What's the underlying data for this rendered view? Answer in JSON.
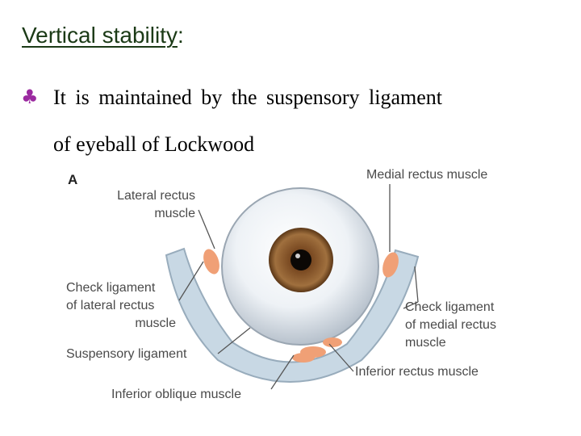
{
  "heading": {
    "title": "Vertical stability",
    "colon": ":"
  },
  "bullet": {
    "symbol": "♣",
    "line1": "It is maintained by the suspensory ligament",
    "line2": "of eyeball of Lockwood"
  },
  "figure": {
    "panel_letter": "A",
    "labels": {
      "medial_rectus": "Medial rectus muscle",
      "lateral_rectus_1": "Lateral rectus",
      "lateral_rectus_2": "muscle",
      "check_lateral_1": "Check ligament",
      "check_lateral_2": "of lateral rectus",
      "check_lateral_3": "muscle",
      "suspensory": "Suspensory ligament",
      "inferior_oblique": "Inferior oblique muscle",
      "check_medial_1": "Check ligament",
      "check_medial_2": "of medial rectus",
      "check_medial_3": "muscle",
      "inferior_rectus": "Inferior rectus muscle"
    }
  },
  "colors": {
    "title": "#1b3a16",
    "bullet": "#9b2aa0",
    "ligament": "#c8d8e4",
    "muscle": "#f0a076",
    "iris": "#8a5a2e"
  }
}
